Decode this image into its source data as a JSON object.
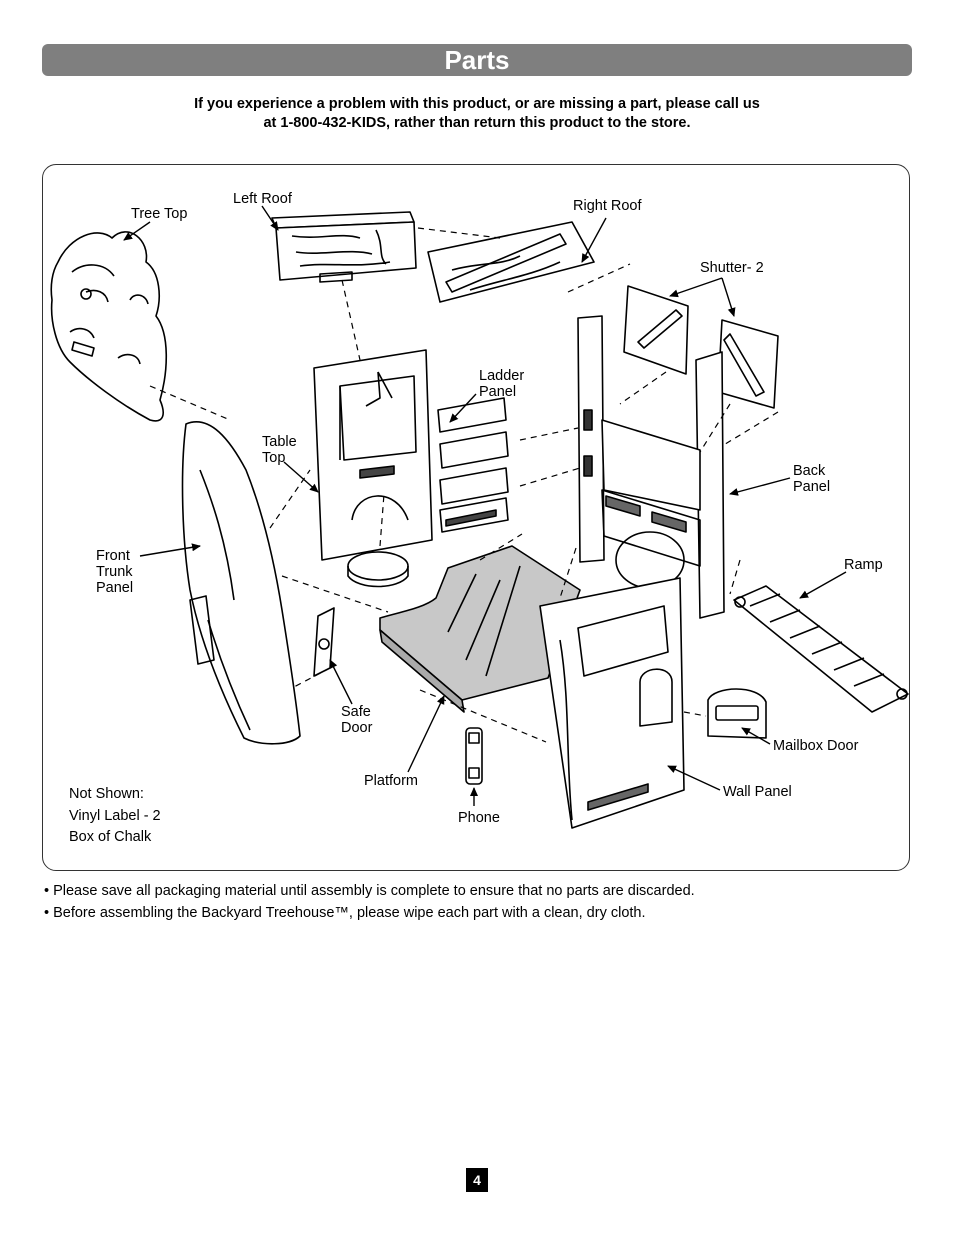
{
  "title": "Parts",
  "intro": {
    "line1": "If you experience a problem with this product, or are missing a part, please call us",
    "line2": "at 1-800-432-KIDS, rather than return this product to the store."
  },
  "labels": {
    "tree_top": "Tree Top",
    "left_roof": "Left Roof",
    "right_roof": "Right Roof",
    "shutter": "Shutter- 2",
    "ladder_panel": "Ladder\nPanel",
    "table_top": "Table\nTop",
    "back_panel": "Back\nPanel",
    "front_trunk_panel": "Front\nTrunk\nPanel",
    "ramp": "Ramp",
    "safe_door": "Safe\nDoor",
    "platform": "Platform",
    "phone": "Phone",
    "mailbox_door": "Mailbox Door",
    "wall_panel": "Wall Panel"
  },
  "not_shown": {
    "heading": "Not Shown:",
    "items": [
      "Vinyl Label - 2",
      "Box of Chalk"
    ]
  },
  "bullets": [
    "• Please save all packaging material until assembly is complete to ensure that no parts are discarded.",
    "• Before assembling the Backyard Treehouse™, please wipe each part with a clean, dry cloth."
  ],
  "page_number": "4",
  "colors": {
    "title_bar": "#7f7f7f",
    "platform_fill": "#c8c8c8"
  }
}
